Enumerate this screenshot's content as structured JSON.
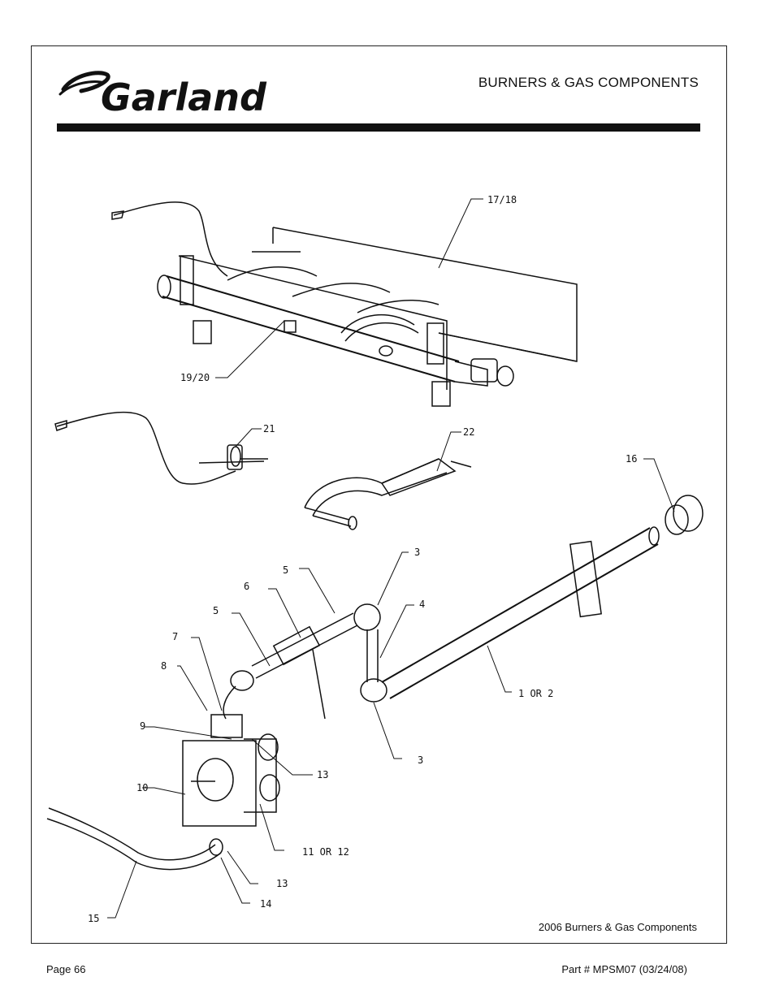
{
  "header": {
    "brand_name": "Garland",
    "section_title": "BURNERS & GAS COMPONENTS"
  },
  "diagram": {
    "part_labels": {
      "burners": "17/18",
      "pilot_tube_upper": "19/20",
      "thermocouple": "21",
      "pilot_assembly": "22",
      "orifice": "16",
      "elbow_top": "3",
      "nipple_short": "4",
      "nipple_long": "5",
      "shutoff_valve": "6",
      "nipple_lower": "5",
      "elbow_lower": "7",
      "union": "8",
      "bushing": "9",
      "gas_valve": "10",
      "manifold": "1 OR 2",
      "elbow_bottom": "3",
      "fitting_upper": "13",
      "regulator": "11 OR 12",
      "fitting_lower": "13",
      "connector": "14",
      "pilot_tube_lower": "15"
    }
  },
  "caption": "2006 Burners & Gas Components",
  "footer": {
    "page": "Page 66",
    "part_number": "Part # MPSM07 (03/24/08)"
  }
}
